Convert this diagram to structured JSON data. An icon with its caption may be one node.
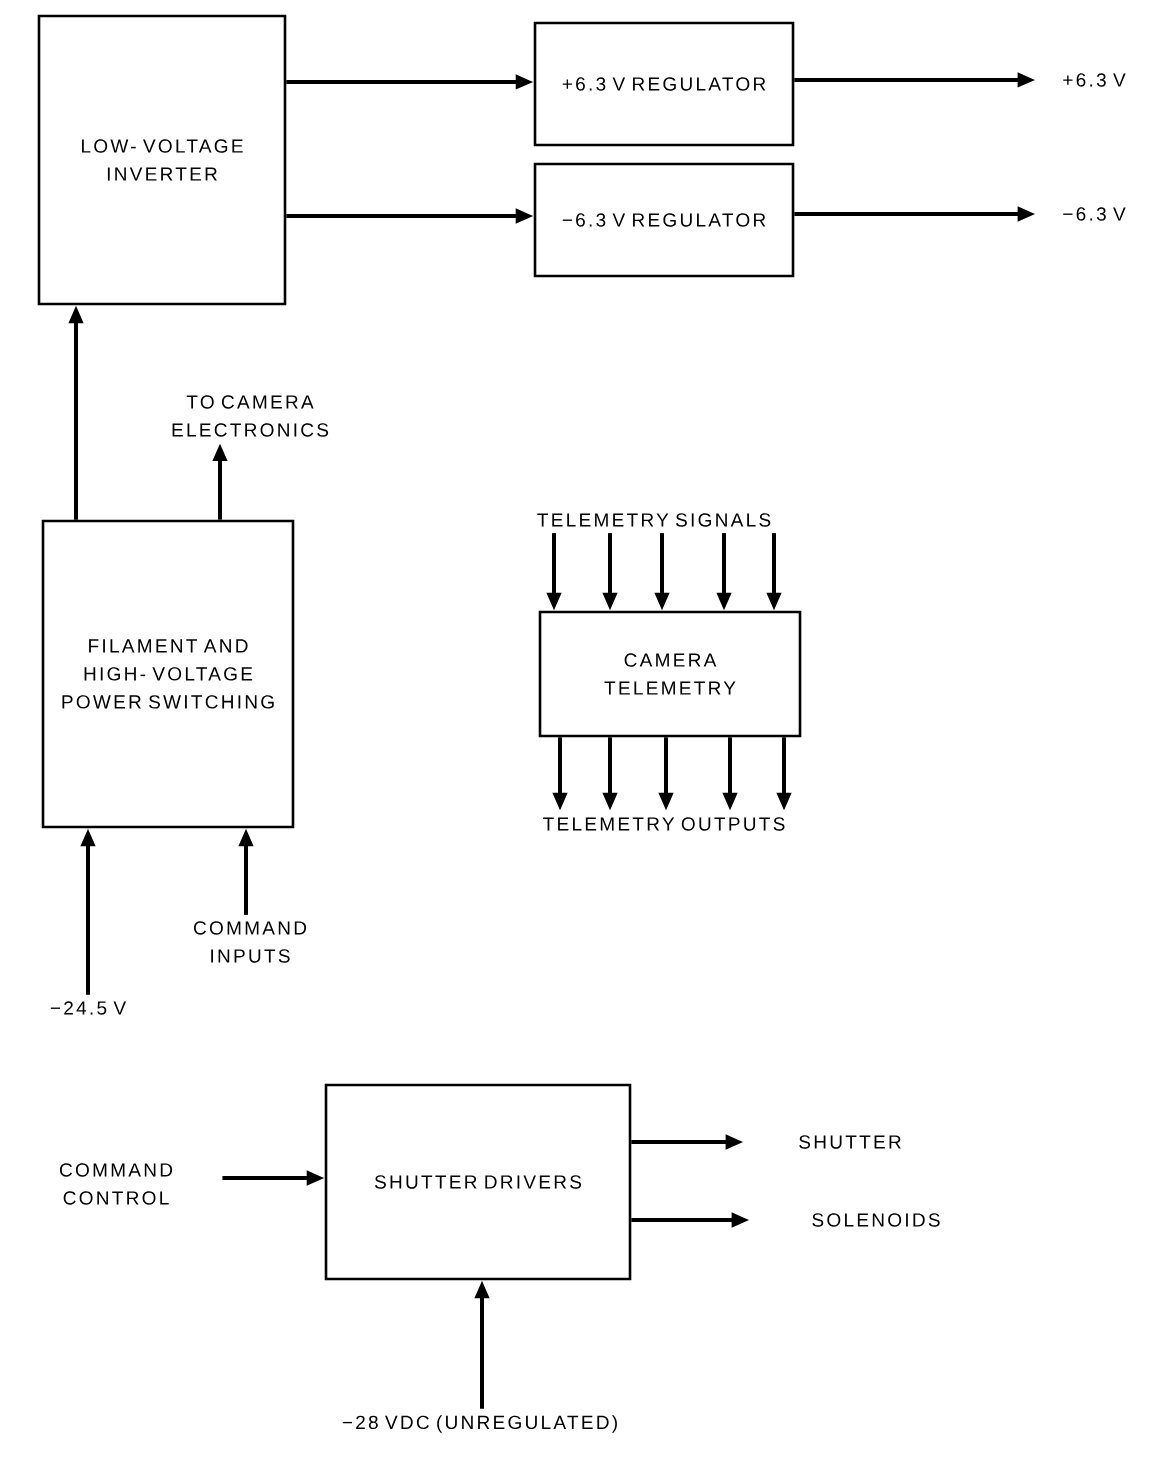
{
  "diagram": {
    "nodes": [
      {
        "text": [
          "LOW- VOLTAGE INVERTER"
        ]
      },
      {
        "text": [
          "+6.3 V REGULATOR"
        ]
      },
      {
        "text": [
          "−6.3 V REGULATOR"
        ]
      },
      {
        "text": [
          "+6.3 V"
        ]
      },
      {
        "text": [
          "−6.3 V"
        ]
      },
      {
        "text": [
          "TO CAMERA ELECTRONICS"
        ]
      },
      {
        "text": [
          "FILAMENT AND HIGH- VOLTAGE POWER SWITCHING"
        ]
      },
      {
        "text": [
          "−24.5 V"
        ]
      },
      {
        "text": [
          "COMMAND INPUTS"
        ]
      },
      {
        "text": [
          "TELEMETRY SIGNALS"
        ]
      },
      {
        "text": [
          "CAMERA TELEMETRY"
        ]
      },
      {
        "text": [
          "TELEMETRY OUTPUTS"
        ]
      },
      {
        "text": [
          "COMMAND CONTROL"
        ]
      },
      {
        "text": [
          "SHUTTER DRIVERS"
        ]
      },
      {
        "text": [
          "SHUTTER"
        ]
      },
      {
        "text": [
          "SOLENOIDS"
        ]
      },
      {
        "text": [
          "−28 VDC (UNREGULATED)"
        ]
      }
    ],
    "edges": [
      {
        "from": 0,
        "to": 1,
        "arrow": "to"
      },
      {
        "from": 0,
        "to": 2,
        "arrow": "to"
      },
      {
        "from": 1,
        "to": 3,
        "arrow": "to"
      },
      {
        "from": 2,
        "to": 4,
        "arrow": "to"
      },
      {
        "from": 6,
        "to": 0,
        "arrow": "to"
      },
      {
        "from": 6,
        "to": 5,
        "arrow": "to"
      },
      {
        "from": 7,
        "to": 6,
        "arrow": "to"
      },
      {
        "from": 8,
        "to": 6,
        "arrow": "to"
      },
      {
        "from": 9,
        "to": 10,
        "arrow": "to"
      },
      {
        "from": 9,
        "to": 10,
        "arrow": "to"
      },
      {
        "from": 9,
        "to": 10,
        "arrow": "to"
      },
      {
        "from": 9,
        "to": 10,
        "arrow": "to"
      },
      {
        "from": 9,
        "to": 10,
        "arrow": "to"
      },
      {
        "from": 10,
        "to": 11,
        "arrow": "to"
      },
      {
        "from": 10,
        "to": 11,
        "arrow": "to"
      },
      {
        "from": 10,
        "to": 11,
        "arrow": "to"
      },
      {
        "from": 10,
        "to": 11,
        "arrow": "to"
      },
      {
        "from": 10,
        "to": 11,
        "arrow": "to"
      },
      {
        "from": 12,
        "to": 13,
        "arrow": "to"
      },
      {
        "from": 13,
        "to": 14,
        "arrow": "to"
      },
      {
        "from": 13,
        "to": 15,
        "arrow": "to"
      },
      {
        "from": 16,
        "to": 13,
        "arrow": "to"
      }
    ]
  }
}
